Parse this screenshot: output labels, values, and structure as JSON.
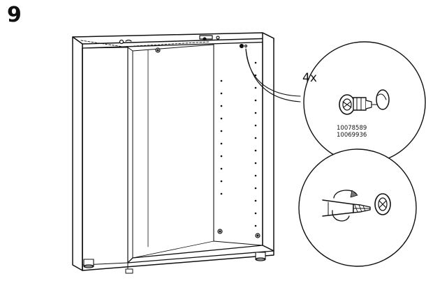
{
  "step": {
    "number": "9"
  },
  "detail_top": {
    "quantity": "4x",
    "part_numbers": [
      "10078589",
      "10069936"
    ]
  },
  "colors": {
    "line": "#111111",
    "background": "#ffffff",
    "accent": "#777777"
  },
  "icons": {
    "cam_lock": "cam-lock-fitting-icon",
    "screwdriver": "screwdriver-icon",
    "rotate": "rotate-arrow-icon"
  }
}
